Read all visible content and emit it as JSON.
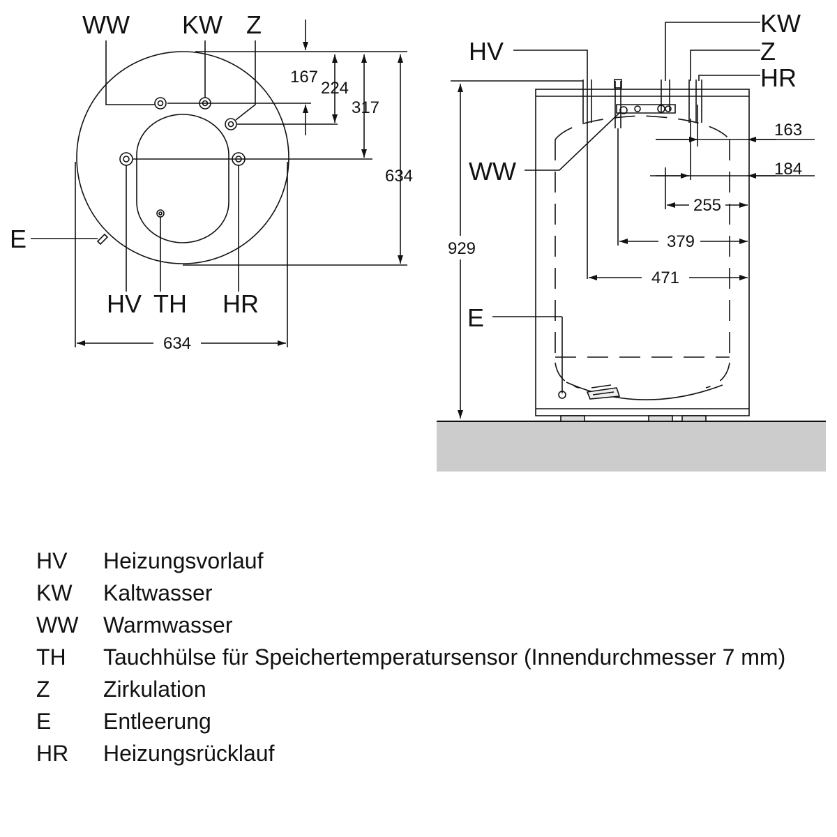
{
  "top_view": {
    "labels": {
      "ww": "WW",
      "kw": "KW",
      "z": "Z",
      "e": "E",
      "hv": "HV",
      "th": "TH",
      "hr": "HR"
    },
    "dims": {
      "d167": "167",
      "d224": "224",
      "d317": "317",
      "d634_v": "634",
      "d634_h": "634"
    }
  },
  "side_view": {
    "labels": {
      "kw": "KW",
      "z": "Z",
      "hr": "HR",
      "hv": "HV",
      "ww": "WW",
      "e": "E"
    },
    "dims": {
      "d163": "163",
      "d184": "184",
      "d255": "255",
      "d379": "379",
      "d471": "471",
      "d929": "929"
    }
  },
  "legend": [
    {
      "code": "HV",
      "text": "Heizungsvorlauf"
    },
    {
      "code": "KW",
      "text": "Kaltwasser"
    },
    {
      "code": "WW",
      "text": "Warmwasser"
    },
    {
      "code": "TH",
      "text": "Tauchhülse für Speichertemperatursensor (Innendurchmesser 7 mm)"
    },
    {
      "code": "Z",
      "text": "Zirkulation"
    },
    {
      "code": "E",
      "text": "Entleerung"
    },
    {
      "code": "HR",
      "text": "Heizungsrücklauf"
    }
  ],
  "colors": {
    "line": "#111111",
    "floor": "#cccccc"
  }
}
